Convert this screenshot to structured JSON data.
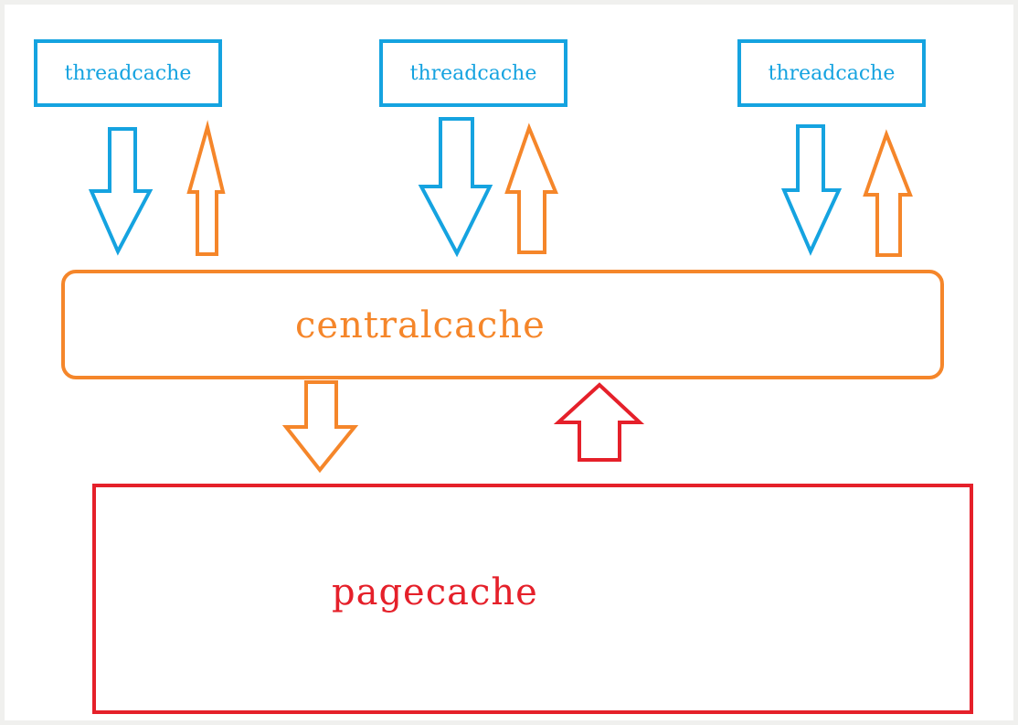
{
  "diagram": {
    "threadcaches": [
      {
        "label": "threadcache"
      },
      {
        "label": "threadcache"
      },
      {
        "label": "threadcache"
      }
    ],
    "centralcache": {
      "label": "centralcache"
    },
    "pagecache": {
      "label": "pagecache"
    }
  },
  "colors": {
    "threadcache": "#15a3e0",
    "centralcache": "#f5862a",
    "pagecache": "#e5202a"
  }
}
